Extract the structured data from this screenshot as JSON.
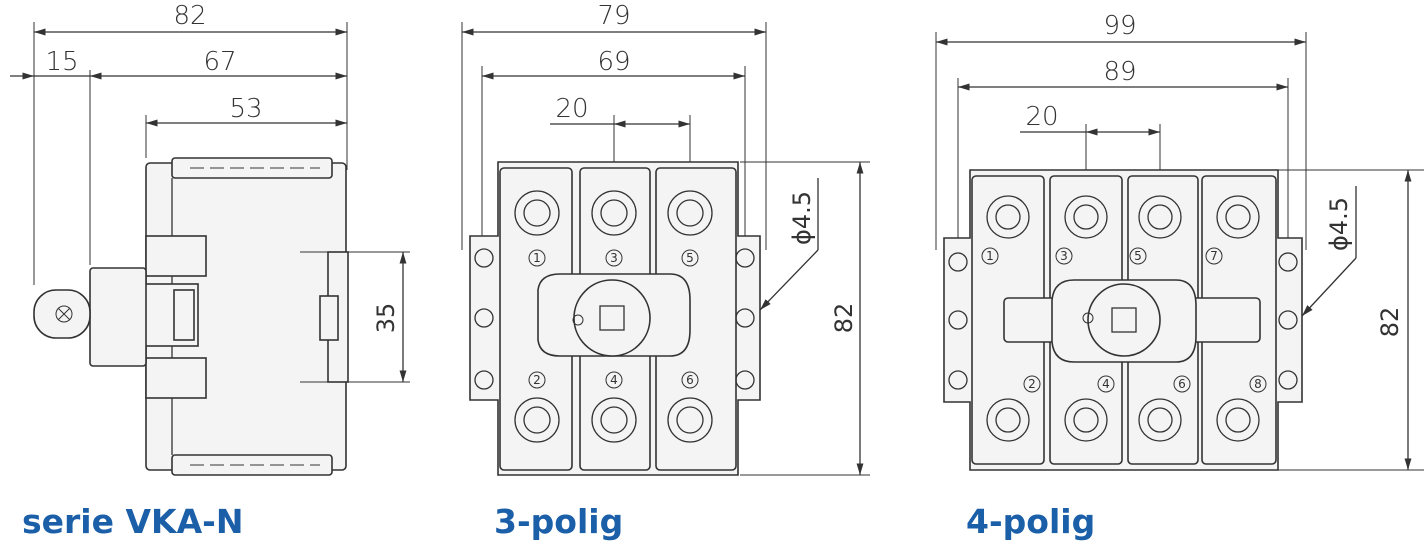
{
  "captions": {
    "side": "serie VKA-N",
    "three_pole": "3-polig",
    "four_pole": "4-polig"
  },
  "dimensions": {
    "side": {
      "overall": "82",
      "shaft": "15",
      "depth": "67",
      "body": "53",
      "rail": "35"
    },
    "three_pole": {
      "width_outer": "79",
      "width_holes": "69",
      "pitch": "20",
      "hole": "ϕ4.5",
      "height": "82"
    },
    "four_pole": {
      "width_outer": "99",
      "width_holes": "89",
      "pitch": "20",
      "hole": "ϕ4.5",
      "height": "82"
    }
  },
  "terminals": {
    "three_pole_top": [
      "1",
      "3",
      "5"
    ],
    "three_pole_bottom": [
      "2",
      "4",
      "6"
    ],
    "four_pole_top": [
      "1",
      "3",
      "5",
      "7"
    ],
    "four_pole_bottom": [
      "2",
      "4",
      "6",
      "8"
    ]
  },
  "colors": {
    "caption": "#1a5fa8",
    "line": "#333333"
  }
}
